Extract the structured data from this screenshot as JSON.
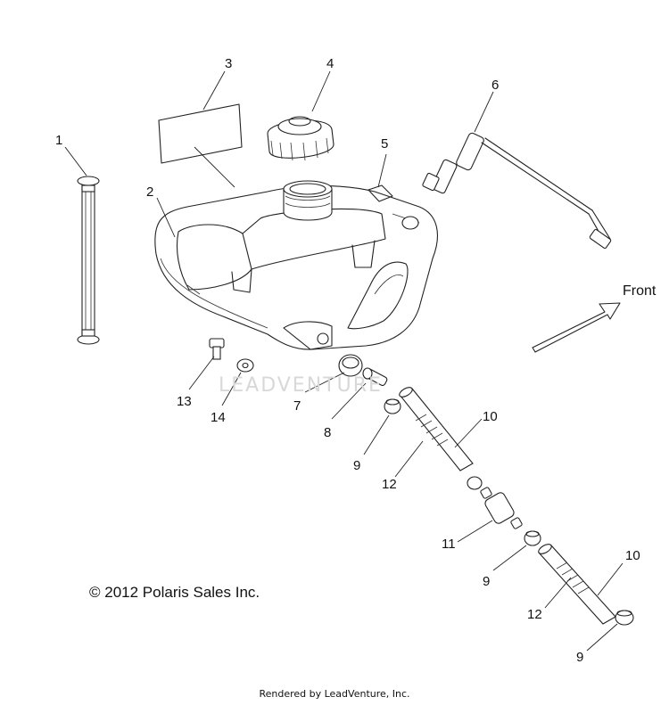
{
  "callouts": [
    {
      "id": "c1",
      "label": "1"
    },
    {
      "id": "c2",
      "label": "2"
    },
    {
      "id": "c3",
      "label": "3"
    },
    {
      "id": "c4",
      "label": "4"
    },
    {
      "id": "c5",
      "label": "5"
    },
    {
      "id": "c6",
      "label": "6"
    },
    {
      "id": "c7",
      "label": "7"
    },
    {
      "id": "c8",
      "label": "8"
    },
    {
      "id": "c9a",
      "label": "9"
    },
    {
      "id": "c9b",
      "label": "9"
    },
    {
      "id": "c9c",
      "label": "9"
    },
    {
      "id": "c10a",
      "label": "10"
    },
    {
      "id": "c10b",
      "label": "10"
    },
    {
      "id": "c11",
      "label": "11"
    },
    {
      "id": "c12a",
      "label": "12"
    },
    {
      "id": "c12b",
      "label": "12"
    },
    {
      "id": "c13",
      "label": "13"
    },
    {
      "id": "c14",
      "label": "14"
    }
  ],
  "front_label": "Front",
  "copyright": "© 2012 Polaris Sales Inc.",
  "watermark": "LEADVENTURE",
  "footer": "Rendered by LeadVenture, Inc."
}
